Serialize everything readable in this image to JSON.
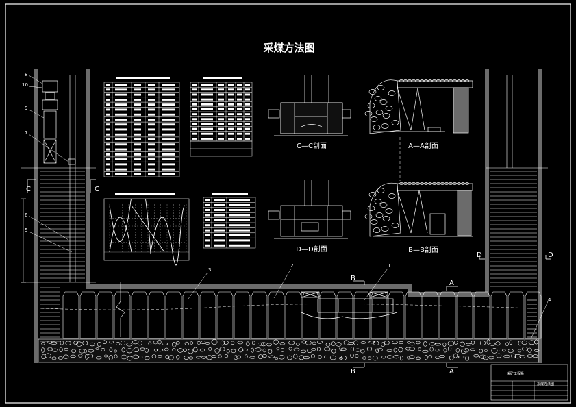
{
  "drawing": {
    "title": "采煤方法图",
    "sections": {
      "cc": "C—C剖面",
      "aa": "A—A剖面",
      "dd": "D—D剖面",
      "bb": "B—B剖面"
    },
    "markers": {
      "c": "C",
      "d": "D",
      "b": "B",
      "a": "A"
    },
    "numbers": {
      "n1": "1",
      "n2": "2",
      "n3": "3",
      "n4": "4",
      "n5": "5",
      "n6": "6",
      "n7": "7",
      "n8": "8",
      "n9": "9",
      "n10": "10"
    },
    "titleblock": {
      "header": "采矿工程系",
      "name": "采煤方法图"
    }
  },
  "colors": {
    "background": "#000000",
    "line": "#ffffff",
    "fill_grey": "#6b6b6b"
  }
}
